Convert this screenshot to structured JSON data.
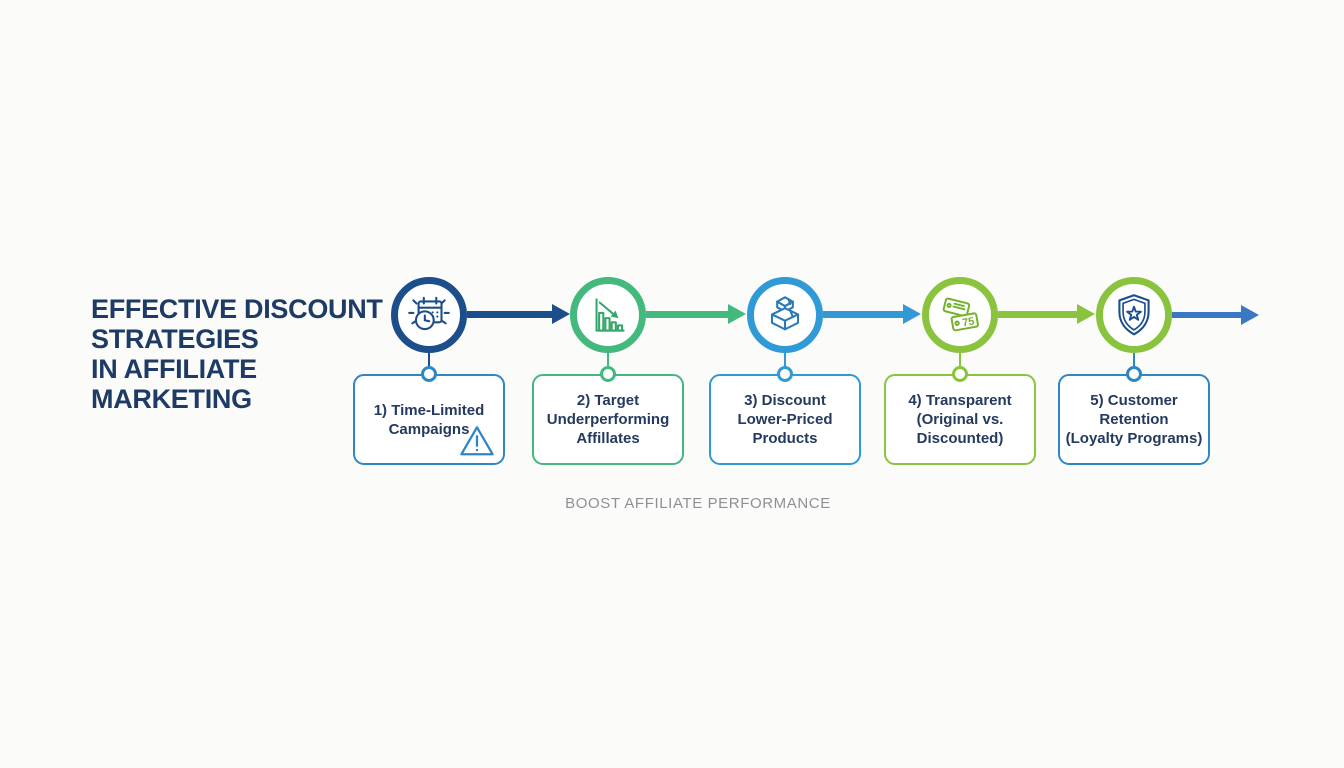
{
  "title": "EFFECTIVE DISCOUNT\nSTRATEGIES\nIN AFFILIATE\nMARKETING",
  "caption": "BOOST AFFILIATE PERFORMANCE",
  "colors": {
    "background": "#fbfbf9",
    "title_text": "#1e3b66",
    "box_text": "#243a5e",
    "caption_text": "#8d9196"
  },
  "steps": [
    {
      "label": "1) Time-Limited\nCampaigns",
      "icon": "calendar-clock-icon",
      "circle_color": "#1c4e8c",
      "box_color": "#2e86c6",
      "connector_color": "#1c4e8c",
      "icon_color": "#1c4e8c",
      "warning_icon": true
    },
    {
      "label": "2) Target\nUnderperforming\nAffillates",
      "icon": "declining-bar-chart-icon",
      "circle_color": "#44b97d",
      "box_color": "#44b97d",
      "connector_color": "#44b97d",
      "icon_color": "#35a869"
    },
    {
      "label": "3) Discount\nLower-Priced\nProducts",
      "icon": "stacked-boxes-icon",
      "circle_color": "#2f9ad6",
      "box_color": "#2f9ad6",
      "connector_color": "#2f9ad6",
      "icon_color": "#2a7ab5"
    },
    {
      "label": "4) Transparent\n(Original vs.\nDiscounted)",
      "icon": "price-tags-icon",
      "circle_color": "#8ac43f",
      "box_color": "#8ac43f",
      "connector_color": "#8ac43f",
      "icon_color": "#74b12d",
      "tag_value": "75"
    },
    {
      "label": "5) Customer Retention\n(Loyalty Programs)",
      "icon": "shield-star-icon",
      "circle_color": "#8ac43f",
      "box_color": "#2e86c6",
      "connector_color": "#2e86c6",
      "icon_color": "#1c4e8c"
    }
  ],
  "arrows": [
    {
      "color": "#1c4e8c"
    },
    {
      "color": "#44b97d"
    },
    {
      "color": "#3399d6"
    },
    {
      "color": "#8ac43f"
    },
    {
      "color": "#3b78c3"
    }
  ]
}
